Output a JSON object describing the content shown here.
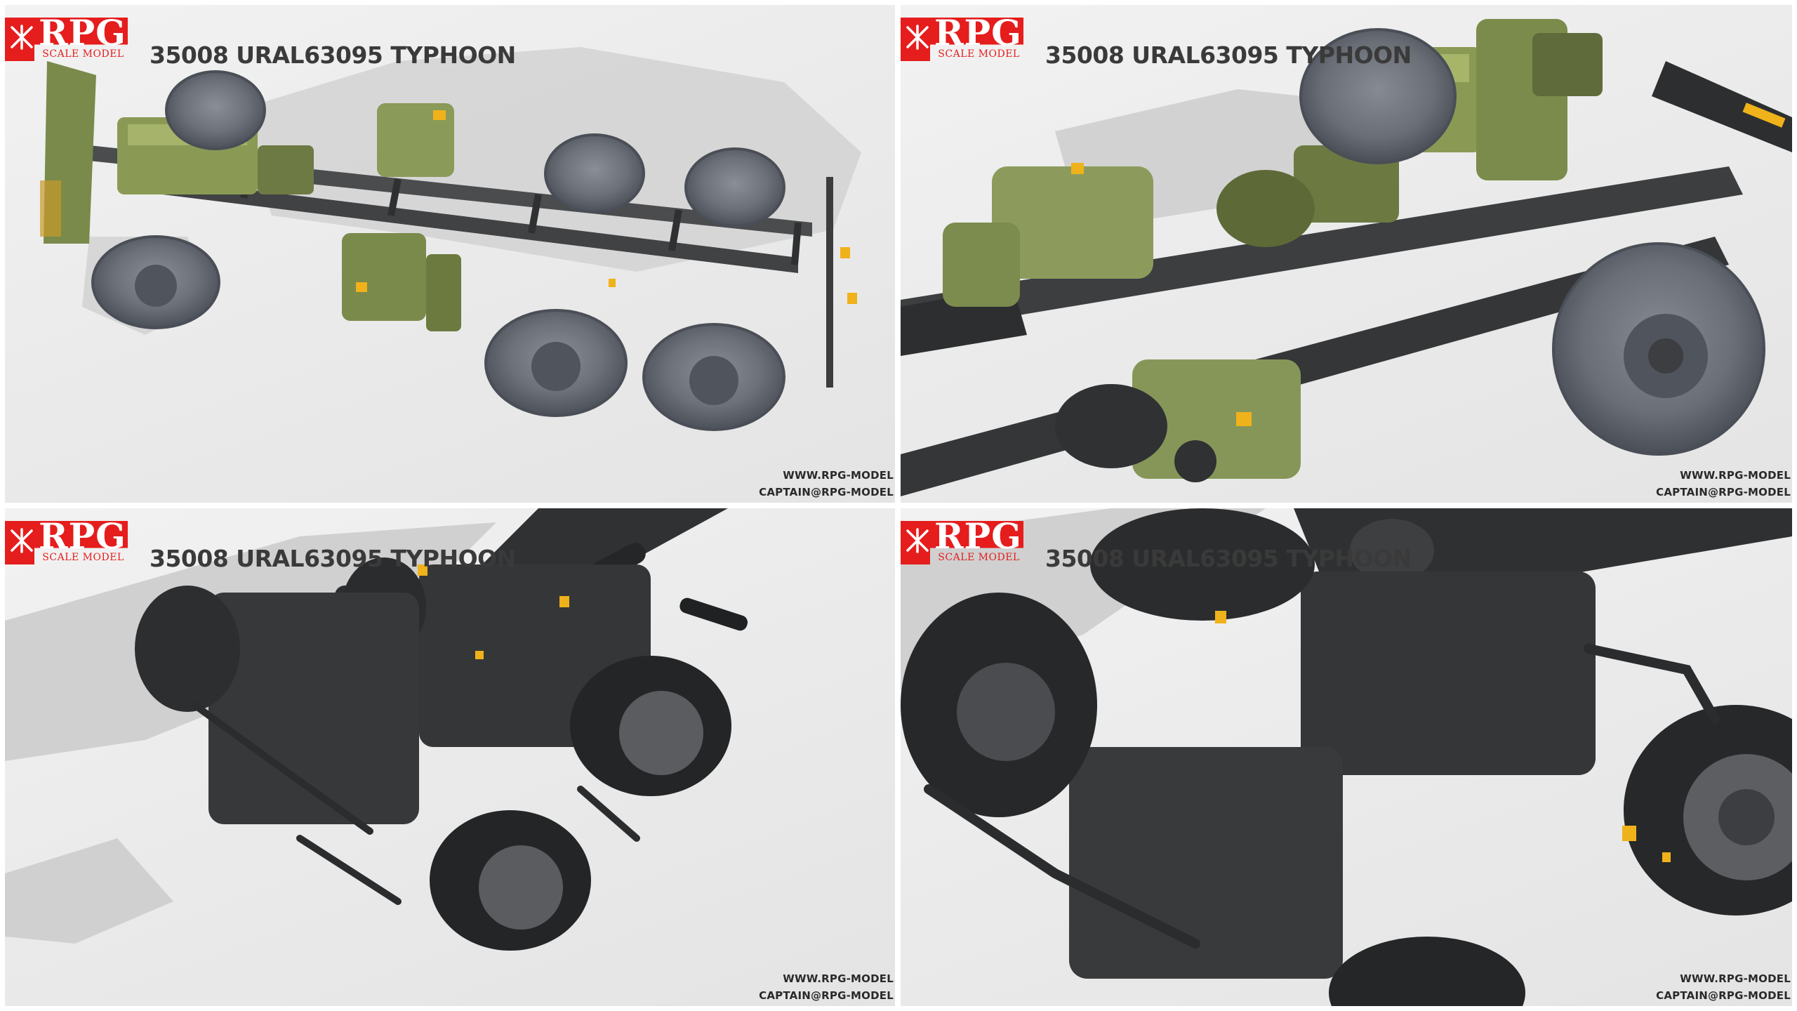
{
  "panels": [
    {
      "logo": {
        "text": "RPG",
        "subtext": "SCALE MODEL"
      },
      "title": "35008 URAL63095 TYPHOON",
      "website": "WWW.RPG-MODEL",
      "email": "CAPTAIN@RPG-MODEL",
      "icons": [
        "rpg-emblem-icon"
      ]
    },
    {
      "logo": {
        "text": "RPG",
        "subtext": "SCALE MODEL"
      },
      "title": "35008 URAL63095 TYPHOON",
      "website": "WWW.RPG-MODEL",
      "email": "CAPTAIN@RPG-MODEL",
      "icons": [
        "rpg-emblem-icon"
      ]
    },
    {
      "logo": {
        "text": "RPG",
        "subtext": "SCALE MODEL"
      },
      "title": "35008 URAL63095 TYPHOON",
      "website": "WWW.RPG-MODEL",
      "email": "CAPTAIN@RPG-MODEL",
      "icons": [
        "rpg-emblem-icon"
      ]
    },
    {
      "logo": {
        "text": "RPG",
        "subtext": "SCALE MODEL"
      },
      "title": "35008 URAL63095 TYPHOON",
      "website": "WWW.RPG-MODEL",
      "email": "CAPTAIN@RPG-MODEL",
      "icons": [
        "rpg-emblem-icon"
      ]
    }
  ],
  "colors": {
    "brand_red": "#e51d1d",
    "title_gray": "#3a3a3a",
    "olive_green": "#7a8a4a",
    "tire_gray": "#6c7078",
    "steel_dark": "#3c3e40",
    "accent_yellow": "#f0b21a"
  }
}
